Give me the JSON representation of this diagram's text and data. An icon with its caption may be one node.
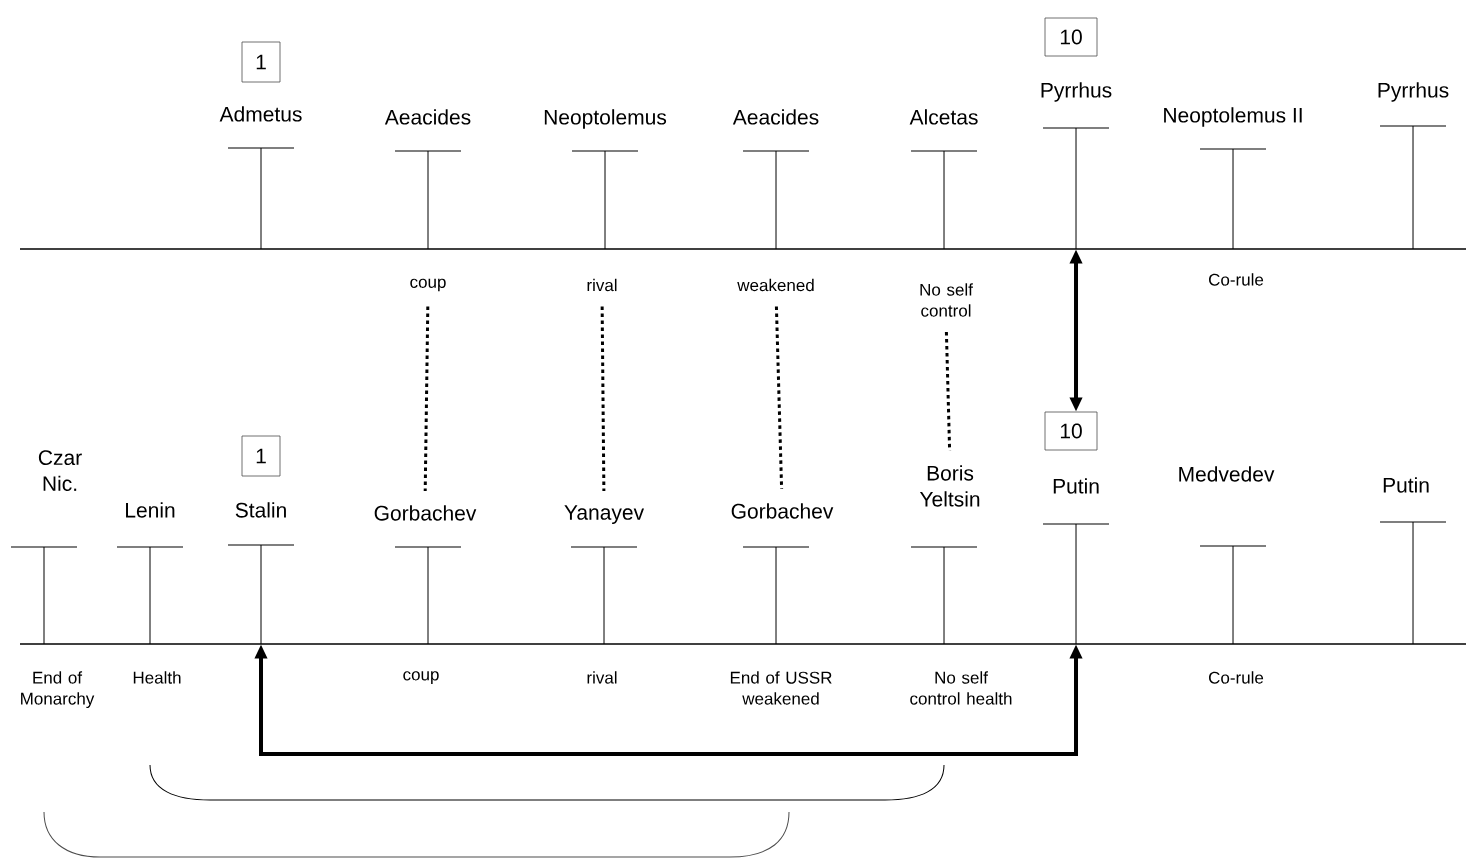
{
  "diagram": {
    "nodes": [
      {
        "text": [
          "1"
        ]
      },
      {
        "text": [
          "Admetus"
        ]
      },
      {
        "text": [
          "Aeacides"
        ]
      },
      {
        "text": [
          "Neoptolemus"
        ]
      },
      {
        "text": [
          "Aeacides"
        ]
      },
      {
        "text": [
          "Alcetas"
        ]
      },
      {
        "text": [
          "10"
        ]
      },
      {
        "text": [
          "Pyrrhus"
        ]
      },
      {
        "text": [
          "Neoptolemus II"
        ],
        "beside": [
          "Co-rule"
        ]
      },
      {
        "text": [
          "Pyrrhus"
        ]
      },
      {
        "text": [
          "coup"
        ]
      },
      {
        "text": [
          "rival"
        ]
      },
      {
        "text": [
          "weakened"
        ]
      },
      {
        "text": [
          "No self control"
        ]
      },
      {
        "text": [
          "Czar Nic."
        ],
        "beside": [
          "End of Monarchy"
        ]
      },
      {
        "text": [
          "Lenin"
        ],
        "beside": [
          "Health"
        ]
      },
      {
        "text": [
          "1"
        ]
      },
      {
        "text": [
          "Stalin"
        ]
      },
      {
        "text": [
          "Gorbachev"
        ],
        "beside": [
          "coup"
        ]
      },
      {
        "text": [
          "Yanayev"
        ],
        "beside": [
          "rival"
        ]
      },
      {
        "text": [
          "Gorbachev"
        ],
        "beside": [
          "End of USSR weakened"
        ]
      },
      {
        "text": [
          "Boris Yeltsin"
        ],
        "beside": [
          "No self control health"
        ]
      },
      {
        "text": [
          "10"
        ]
      },
      {
        "text": [
          "Putin"
        ]
      },
      {
        "text": [
          "Medvedev"
        ],
        "beside": [
          "Co-rule"
        ]
      },
      {
        "text": [
          "Putin"
        ]
      }
    ],
    "edges": [
      {
        "from": 10,
        "to": 18,
        "arrow": "none",
        "style": "dashed"
      },
      {
        "from": 11,
        "to": 19,
        "arrow": "none",
        "style": "dashed"
      },
      {
        "from": 12,
        "to": 20,
        "arrow": "none",
        "style": "dashed"
      },
      {
        "from": 13,
        "to": 21,
        "arrow": "none",
        "style": "dashed"
      },
      {
        "from": 7,
        "to": 22,
        "arrow": "both"
      },
      {
        "from": 17,
        "to": 23,
        "arrow": "both"
      }
    ]
  }
}
